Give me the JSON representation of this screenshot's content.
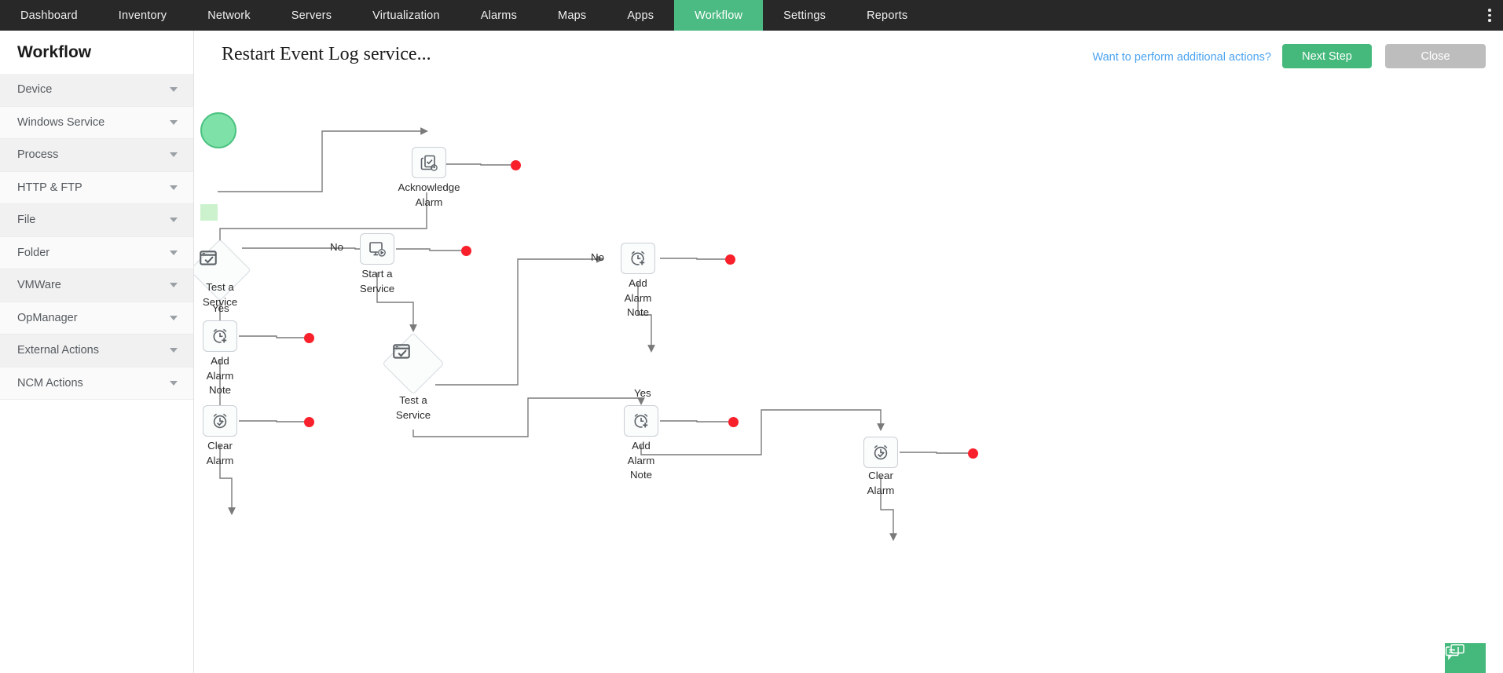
{
  "topnav": {
    "items": [
      {
        "label": "Dashboard",
        "active": false
      },
      {
        "label": "Inventory",
        "active": false
      },
      {
        "label": "Network",
        "active": false
      },
      {
        "label": "Servers",
        "active": false
      },
      {
        "label": "Virtualization",
        "active": false
      },
      {
        "label": "Alarms",
        "active": false
      },
      {
        "label": "Maps",
        "active": false
      },
      {
        "label": "Apps",
        "active": false
      },
      {
        "label": "Workflow",
        "active": true
      },
      {
        "label": "Settings",
        "active": false
      },
      {
        "label": "Reports",
        "active": false
      }
    ],
    "overflow_icon": "kebab-menu-icon"
  },
  "sidebar": {
    "title": "Workflow",
    "items": [
      {
        "label": "Device",
        "icon": "chevron-down-icon"
      },
      {
        "label": "Windows Service",
        "icon": "chevron-down-icon"
      },
      {
        "label": "Process",
        "icon": "chevron-down-icon"
      },
      {
        "label": "HTTP & FTP",
        "icon": "chevron-down-icon"
      },
      {
        "label": "File",
        "icon": "chevron-down-icon"
      },
      {
        "label": "Folder",
        "icon": "chevron-down-icon"
      },
      {
        "label": "VMWare",
        "icon": "chevron-down-icon"
      },
      {
        "label": "OpManager",
        "icon": "chevron-down-icon"
      },
      {
        "label": "External Actions",
        "icon": "chevron-down-icon"
      },
      {
        "label": "NCM Actions",
        "icon": "chevron-down-icon"
      }
    ]
  },
  "header": {
    "title": "Restart Event Log service...",
    "additional_actions_link": "Want to perform additional actions?",
    "next_step_label": "Next Step",
    "close_label": "Close"
  },
  "colors": {
    "accent_green": "#45b97c",
    "nav_active": "#4cbb83",
    "link_blue": "#4ba3ef",
    "error_dot": "#f8202a",
    "start_node": "#7ee2a8",
    "close_button": "#bdbdbd"
  },
  "workflow": {
    "nodes": [
      {
        "id": "start",
        "type": "start-circle",
        "label": "",
        "icon": "start-circle-icon"
      },
      {
        "id": "acknowledge-alarm",
        "type": "action",
        "label": "Acknowledge\nAlarm",
        "icon": "acknowledge-alarm-icon"
      },
      {
        "id": "marker",
        "type": "marker",
        "label": "",
        "icon": "green-marker-icon"
      },
      {
        "id": "test-a-service-1",
        "type": "decision",
        "label": "Test a\nService",
        "icon": "test-service-icon"
      },
      {
        "id": "start-a-service",
        "type": "action",
        "label": "Start a\nService",
        "icon": "start-service-icon"
      },
      {
        "id": "add-alarm-note-1",
        "type": "action",
        "label": "Add\nAlarm\nNote",
        "icon": "add-alarm-note-icon"
      },
      {
        "id": "clear-alarm-1",
        "type": "action",
        "label": "Clear\nAlarm",
        "icon": "clear-alarm-icon"
      },
      {
        "id": "test-a-service-2",
        "type": "decision",
        "label": "Test a\nService",
        "icon": "test-service-icon"
      },
      {
        "id": "add-alarm-note-2",
        "type": "action",
        "label": "Add\nAlarm\nNote",
        "icon": "add-alarm-note-icon"
      },
      {
        "id": "add-alarm-note-3",
        "type": "action",
        "label": "Add\nAlarm\nNote",
        "icon": "add-alarm-note-icon"
      },
      {
        "id": "clear-alarm-2",
        "type": "action",
        "label": "Clear\nAlarm",
        "icon": "clear-alarm-icon"
      }
    ],
    "node_labels": {
      "acknowledge_alarm_l1": "Acknowledge",
      "acknowledge_alarm_l2": "Alarm",
      "test_service_1_l1": "Test a",
      "test_service_1_l2": "Service",
      "start_service_l1": "Start a",
      "start_service_l2": "Service",
      "add_note_1_l1": "Add",
      "add_note_1_l2": "Alarm",
      "add_note_1_l3": "Note",
      "clear_alarm_1_l1": "Clear",
      "clear_alarm_1_l2": "Alarm",
      "test_service_2_l1": "Test a",
      "test_service_2_l2": "Service",
      "add_note_2_l1": "Add",
      "add_note_2_l2": "Alarm",
      "add_note_2_l3": "Note",
      "add_note_3_l1": "Add",
      "add_note_3_l2": "Alarm",
      "add_note_3_l3": "Note",
      "clear_alarm_2_l1": "Clear",
      "clear_alarm_2_l2": "Alarm"
    },
    "edge_labels": {
      "branch_no_1": "No",
      "branch_yes_1": "Yes",
      "branch_no_2": "No",
      "branch_yes_2": "Yes"
    },
    "failure_dot_count": 7
  },
  "fab": {
    "icon": "feedback-chat-icon"
  }
}
